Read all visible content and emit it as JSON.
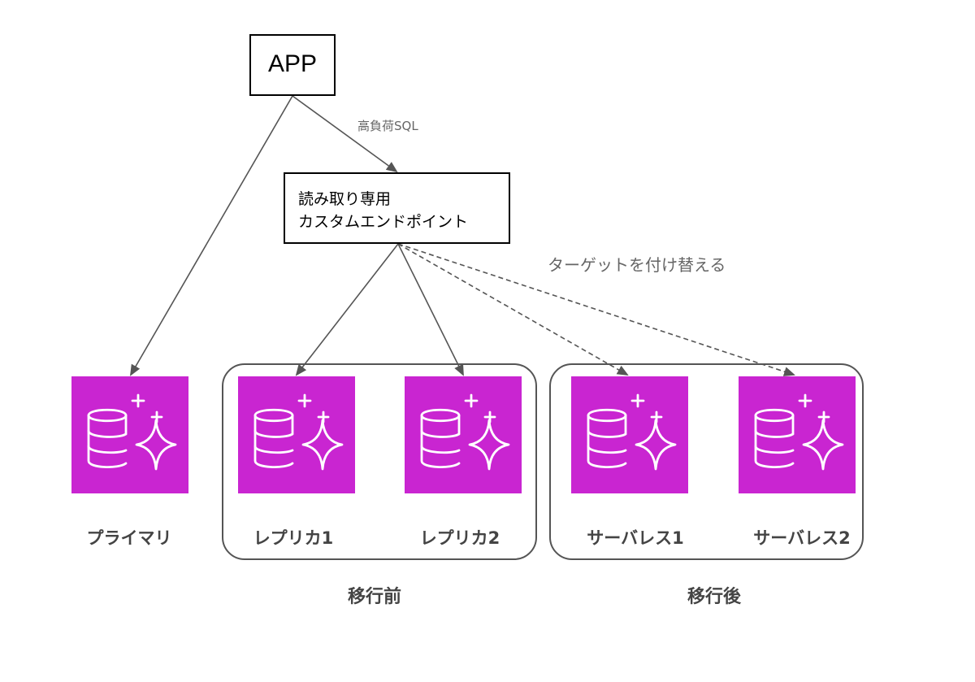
{
  "app": {
    "label": "APP"
  },
  "endpoint": {
    "line1": "読み取り専用",
    "line2": "カスタムエンドポイント"
  },
  "edge_labels": {
    "high_load_sql": "高負荷SQL",
    "retarget": "ターゲットを付け替える"
  },
  "nodes": {
    "primary": "プライマリ",
    "replica1": "レプリカ1",
    "replica2": "レプリカ2",
    "serverless1": "サーバレス1",
    "serverless2": "サーバレス2"
  },
  "groups": {
    "before": "移行前",
    "after": "移行後"
  },
  "colors": {
    "db_tile": "#c925d1",
    "arrow": "#555555",
    "label_gray": "#444444"
  },
  "icons": {
    "database": "database-sparkle-icon"
  }
}
